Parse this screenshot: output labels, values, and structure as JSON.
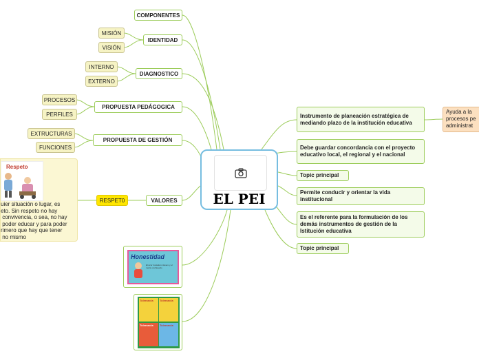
{
  "central": {
    "title": "EL PEI",
    "image_icon": "camera-icon"
  },
  "left": {
    "componentes": "COMPONENTES",
    "identidad": {
      "label": "IDENTIDAD",
      "children": [
        "MISIÓN",
        "VISIÓN"
      ]
    },
    "diagnostico": {
      "label": "DIAGNOSTICO",
      "children": [
        "INTERNO",
        "EXTERNO"
      ]
    },
    "propuesta_pedagogica": {
      "label": "PROPUESTA PEDÁGOGICA",
      "children": [
        "PROCESOS",
        "PERFILES"
      ]
    },
    "propuesta_gestion": {
      "label": "PROPUESTA DE GESTIÓN",
      "children": [
        "EXTRUCTURAS",
        "FUNCIONES"
      ]
    },
    "valores": {
      "label": "VALORES",
      "child": "RESPET0"
    }
  },
  "respeto_card": {
    "title": "Respeto",
    "text": "uier situación o lugar, es\neto. Sin respeto no hay\n convivencia, o sea, no hay\n poder educar y para poder\nrimero que hay que tener\n no mismo"
  },
  "image_nodes": [
    {
      "title": "Honestidad",
      "caption": "El Acor trustation clavero y el metrie confiesedo"
    },
    {
      "labels": [
        "Tolerancia",
        "Tolerancia",
        "Tolerancia",
        "Tolerancia"
      ]
    }
  ],
  "right": [
    "Instrumento de planeación estratégica de mediando plazo de la institución educativa",
    "Debe guardar concordancia con el proyecto educativo local, el regional y el nacional",
    "Topic principal",
    "Permite conducir y orientar la vida institucional",
    "Es el referente para la formulación de los demás instrumentos de gestión de la Istitución educativa",
    "Topic principal"
  ],
  "far_right_note": "Ayuda a la\nprocesos pe\nadministrat",
  "colors": {
    "branch": "#9ccc5a",
    "central_border": "#76bde0",
    "leaf_bg": "#f6f3c4",
    "valor_bg": "#ffe600",
    "note_bg": "#fce0c0"
  }
}
